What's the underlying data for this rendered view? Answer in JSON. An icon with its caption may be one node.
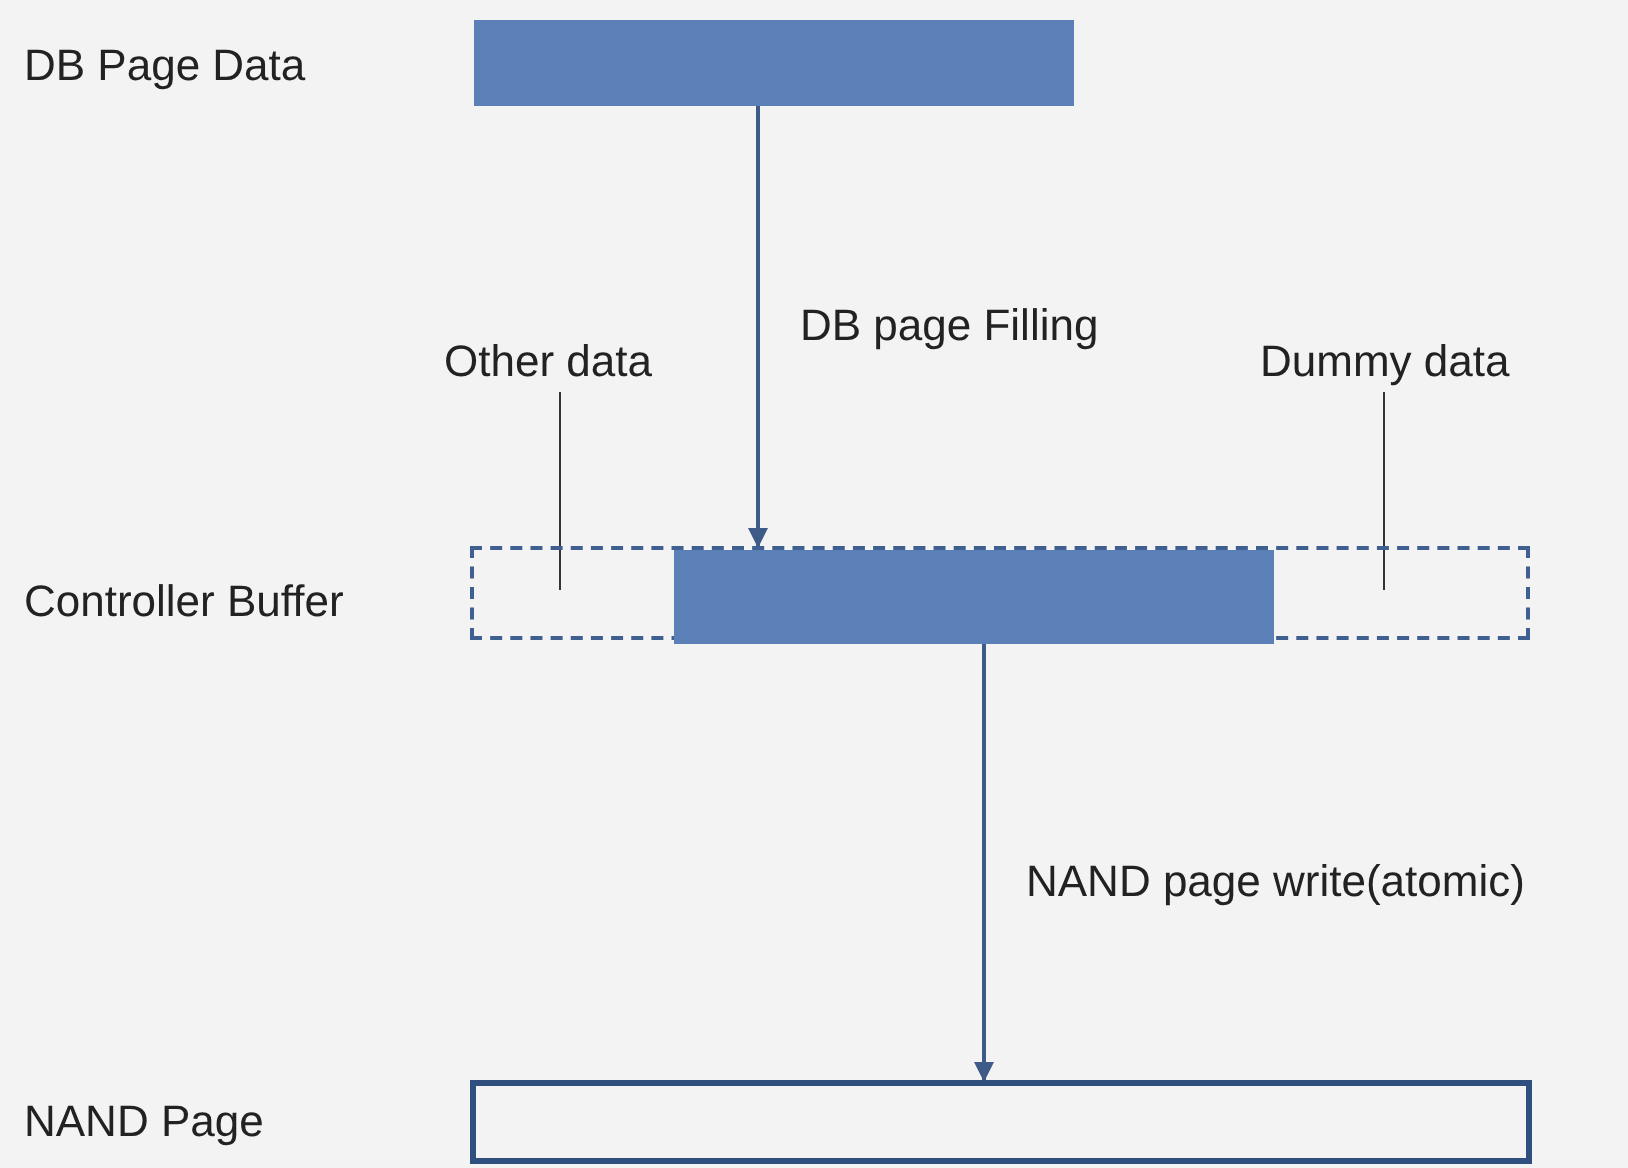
{
  "diagram": {
    "nodes": [
      {
        "text": [],
        "shape": "bar",
        "beside": [
          "DB Page Data"
        ]
      },
      {
        "text": [],
        "shape": "box",
        "beside": [
          "Controller Buffer"
        ]
      },
      {
        "text": [],
        "shape": "bar",
        "in": 1
      },
      {
        "text": [
          "Other data"
        ]
      },
      {
        "text": [
          "Dummy data"
        ]
      },
      {
        "text": [],
        "shape": "box"
      }
    ],
    "edges": [
      {
        "from": 0,
        "to": 1,
        "arrow": "to",
        "label": "DB page Filling"
      },
      {
        "from": 1,
        "to": 5,
        "arrow": "to",
        "label": "NAND page write(atomic)"
      },
      {
        "from": 3,
        "to": null,
        "arrow": "none"
      },
      {
        "from": 4,
        "to": null,
        "arrow": "none"
      }
    ],
    "labels": [
      "NAND Page"
    ]
  }
}
